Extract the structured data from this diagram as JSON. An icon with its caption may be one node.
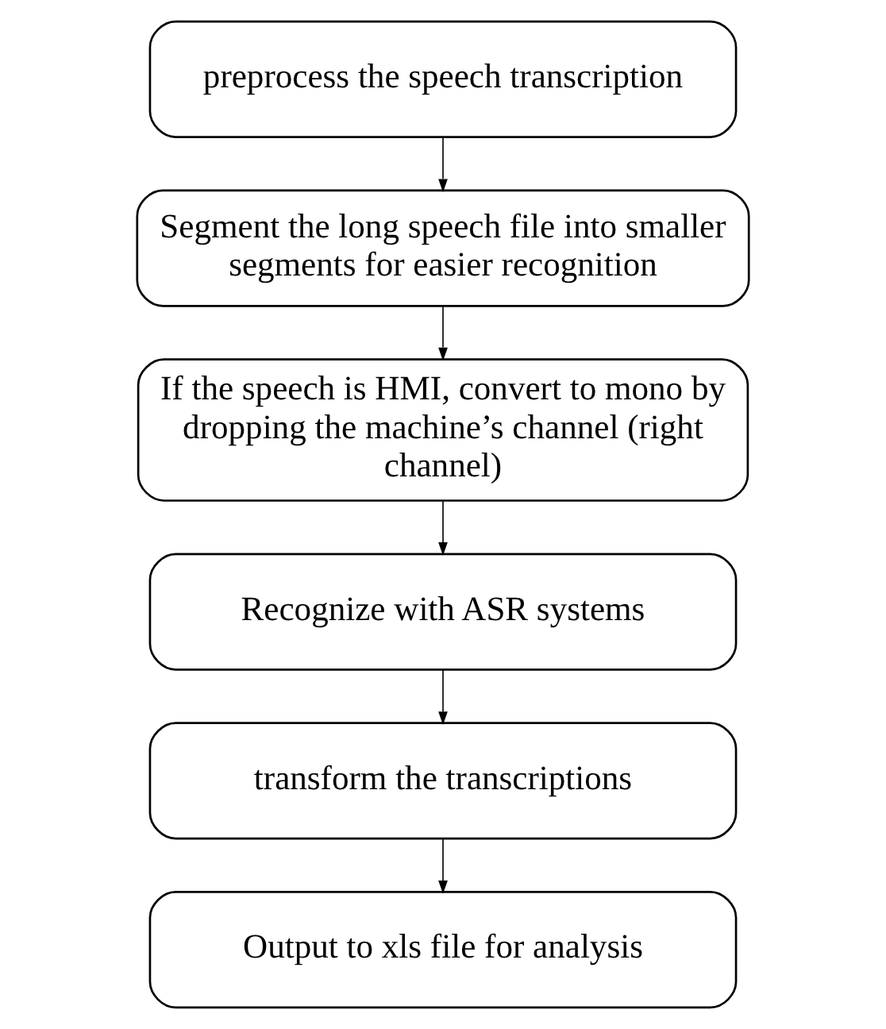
{
  "diagram": {
    "nodes": [
      {
        "text": [
          "preprocess the speech transcription"
        ]
      },
      {
        "text": [
          "Segment the long speech file into smaller segments for easier recognition"
        ]
      },
      {
        "text": [
          "If the speech is HMI, convert to mono by dropping the machine’s channel (right channel)"
        ]
      },
      {
        "text": [
          "Recognize with ASR systems"
        ]
      },
      {
        "text": [
          "transform the transcriptions"
        ]
      },
      {
        "text": [
          "Output to xls file for analysis"
        ]
      }
    ],
    "edges": [
      {
        "from": 0,
        "to": 1,
        "arrow": "to"
      },
      {
        "from": 1,
        "to": 2,
        "arrow": "to"
      },
      {
        "from": 2,
        "to": 3,
        "arrow": "to"
      },
      {
        "from": 3,
        "to": 4,
        "arrow": "to"
      },
      {
        "from": 4,
        "to": 5,
        "arrow": "to"
      }
    ]
  }
}
